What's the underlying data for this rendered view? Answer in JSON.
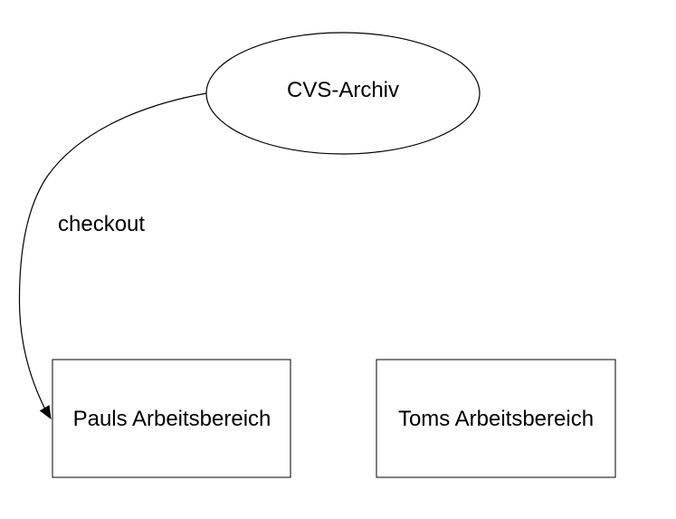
{
  "diagram": {
    "title": "CVS checkout diagram",
    "colors": {
      "stroke": "#000000",
      "text": "#000000",
      "background": "#ffffff"
    },
    "repository": {
      "label": "CVS-Archiv",
      "shape": "ellipse"
    },
    "edge": {
      "label": "checkout",
      "from": "CVS-Archiv",
      "to": "Pauls Arbeitsbereich",
      "style": "curved-arrow"
    },
    "workspaces": [
      {
        "label": "Pauls Arbeitsbereich",
        "shape": "rectangle"
      },
      {
        "label": "Toms Arbeitsbereich",
        "shape": "rectangle"
      }
    ],
    "icons": {
      "arrowhead": "filled-triangle"
    }
  }
}
